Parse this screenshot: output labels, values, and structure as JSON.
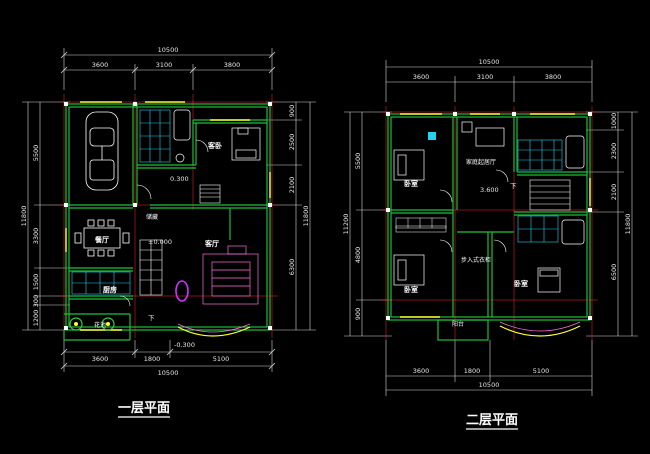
{
  "colors": {
    "background": "#000000",
    "wall": "#1fbf3a",
    "dimension_line": "#d9d9d9",
    "window": "#ffff33",
    "furniture_cyan": "#22d3ee",
    "furniture_pink": "#ff6fd8",
    "furniture_magenta": "#cc33ff",
    "column": "#ffffff",
    "axis": "#ff2a2a"
  },
  "plan1": {
    "title": "一层平面",
    "dims_top_total": "10500",
    "dims_top": [
      "3600",
      "3100",
      "3800"
    ],
    "dims_bottom": [
      "3600",
      "1800",
      "5100"
    ],
    "dims_bottom_total": "10500",
    "dims_left": [
      "5500",
      "3300",
      "1500",
      "300",
      "1200"
    ],
    "dims_left_total": "11800",
    "dims_right": [
      "900",
      "2500",
      "2100",
      "6300"
    ],
    "dims_right_total": "11800",
    "rooms": {
      "bedroom": "客卧",
      "dining": "餐厅",
      "kitchen": "厨房",
      "living": "客厅",
      "storage": "储藏",
      "garden": "花池"
    },
    "levels": [
      "0.300",
      "±0.000",
      "-0.300"
    ],
    "stair_mark": "下"
  },
  "plan2": {
    "title": "二层平面",
    "dims_top_total": "10500",
    "dims_top": [
      "3600",
      "3100",
      "3800"
    ],
    "dims_bottom": [
      "3600",
      "1800",
      "5100"
    ],
    "dims_bottom_total": "10500",
    "dims_left": [
      "5500",
      "4800",
      "900"
    ],
    "dims_left_total": "11200",
    "dims_right": [
      "1000",
      "2300",
      "2100",
      "6500"
    ],
    "dims_right_total": "11800",
    "rooms": {
      "bedroom1": "卧室",
      "family": "家庭起居厅",
      "bedroom2": "卧室",
      "cloak": "步入式衣柜",
      "master": "卧室",
      "balcony": "阳台"
    },
    "levels": [
      "3.600"
    ],
    "stair_mark": "下"
  }
}
